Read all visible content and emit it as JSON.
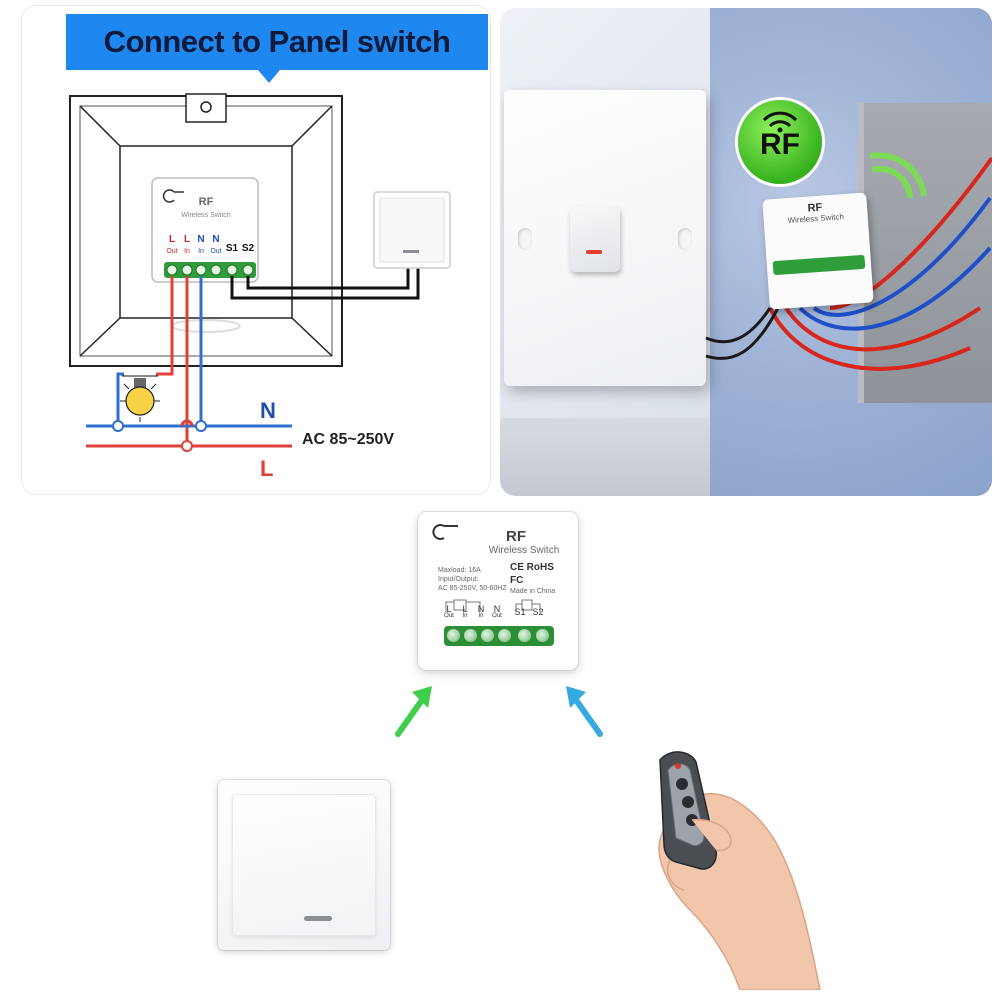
{
  "diagram": {
    "banner_title": "Connect to Panel switch",
    "module_label": "RF",
    "module_sublabel": "Wireless Switch",
    "terminal_labels": [
      {
        "top": "L",
        "bottom": "Out"
      },
      {
        "top": "L",
        "bottom": "In"
      },
      {
        "top": "N",
        "bottom": "In"
      },
      {
        "top": "N",
        "bottom": "Out"
      },
      {
        "top": "S1",
        "bottom": ""
      },
      {
        "top": "S2",
        "bottom": ""
      }
    ],
    "neutral_label": "N",
    "live_label": "L",
    "supply_label": "AC 85~250V",
    "colors": {
      "banner": "#1e88f0",
      "live_wire": "#e0403a",
      "neutral_wire": "#2f6fd0",
      "switch_wire": "#111111",
      "bulb": "#f7d247"
    }
  },
  "photo": {
    "badge": "RF",
    "module_label": "RF",
    "module_sublabel": "Wireless Switch",
    "badge_color": "#4ccb2a"
  },
  "product": {
    "title": "RF",
    "subtitle": "Wireless Switch",
    "spec_lines": [
      "Maxload: 16A",
      "Input/Output:",
      "AC 85-250V, 50-60HZ"
    ],
    "certs": [
      "CE RoHS",
      "FC"
    ],
    "made_in": "Made in China",
    "terminals": [
      {
        "top": "L",
        "bottom": "Out"
      },
      {
        "top": "L",
        "bottom": "In"
      },
      {
        "top": "N",
        "bottom": "In"
      },
      {
        "top": "N",
        "bottom": "Out"
      },
      {
        "top": "S1",
        "bottom": ""
      },
      {
        "top": "S2",
        "bottom": ""
      }
    ],
    "terminal_color": "#2c8f36"
  },
  "arrows": {
    "left_color": "#3fcf4a",
    "right_color": "#35a9e0"
  },
  "icons": [
    "bulb-icon",
    "remote-icon",
    "hand-icon",
    "wifi-signal-icon",
    "arrow-up-right-icon",
    "arrow-up-left-icon"
  ]
}
